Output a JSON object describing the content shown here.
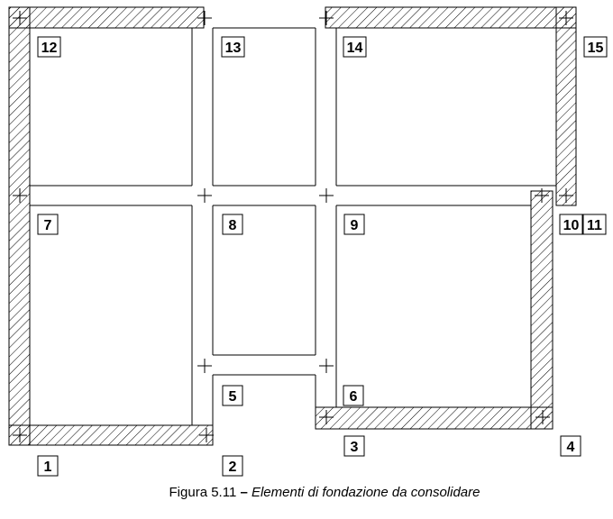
{
  "figure": {
    "caption_label": "Figura 5.11",
    "caption_separator": "–",
    "caption_text": "Elementi di fondazione da consolidare"
  },
  "nodes": [
    {
      "id": "1",
      "label": "1"
    },
    {
      "id": "2",
      "label": "2"
    },
    {
      "id": "3",
      "label": "3"
    },
    {
      "id": "4",
      "label": "4"
    },
    {
      "id": "5",
      "label": "5"
    },
    {
      "id": "6",
      "label": "6"
    },
    {
      "id": "7",
      "label": "7"
    },
    {
      "id": "8",
      "label": "8"
    },
    {
      "id": "9",
      "label": "9"
    },
    {
      "id": "10",
      "label": "10"
    },
    {
      "id": "11",
      "label": "11"
    },
    {
      "id": "12",
      "label": "12"
    },
    {
      "id": "13",
      "label": "13"
    },
    {
      "id": "14",
      "label": "14"
    },
    {
      "id": "15",
      "label": "15"
    }
  ]
}
